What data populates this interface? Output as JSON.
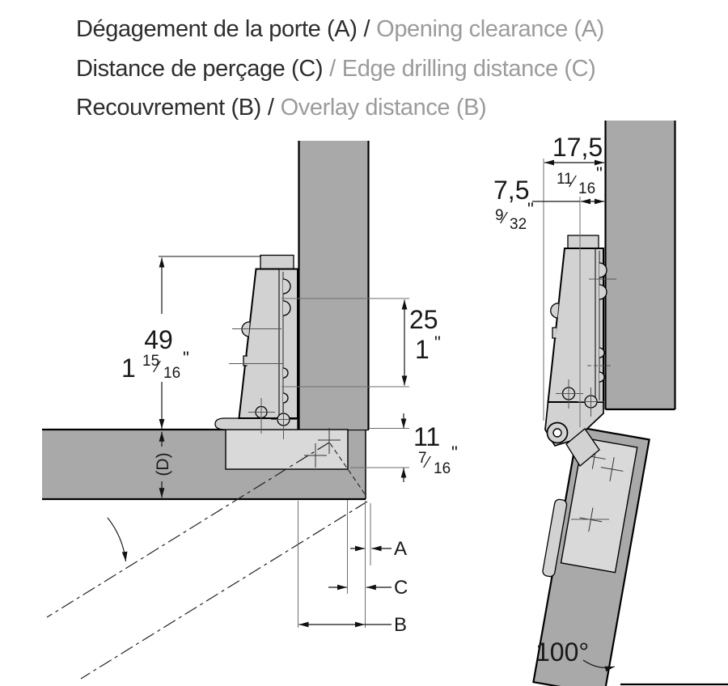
{
  "header": {
    "line1": {
      "fr": "Dégagement de la porte (A)",
      "sep": "/",
      "en": "Opening clearance (A)"
    },
    "line2": {
      "fr": "Distance de perçage (C)",
      "sep": "/",
      "en": "Edge drilling distance (C)"
    },
    "line3": {
      "fr": "Recouvrement (B)",
      "sep": "/",
      "en": "Overlay distance (B)"
    }
  },
  "fig_left": {
    "h49": {
      "mm": "49",
      "inch": "1",
      "num": "15",
      "den": "16",
      "slash": "⁄",
      "quote": "\""
    },
    "d25": {
      "mm": "25",
      "inch": "1",
      "quote": "\""
    },
    "d11": {
      "mm": "11",
      "num": "7",
      "den": "16",
      "slash": "⁄",
      "quote": "\""
    },
    "door_thickness": "(D)",
    "label_a": "A",
    "label_c": "C",
    "label_b": "B"
  },
  "fig_right": {
    "d175": {
      "mm": "17,5",
      "num": "11",
      "den": "16",
      "slash": "⁄",
      "quote": "\""
    },
    "d75": {
      "mm": "7,5",
      "num": "9",
      "den": "32",
      "slash": "⁄",
      "quote": "\""
    },
    "angle": "100°"
  },
  "colors": {
    "panel_gray": "#a9a9a9",
    "hinge_gray": "#d2d2d2",
    "cup_gray": "#d9d9d9",
    "text_dark": "#2d2d2d",
    "text_gray": "#9b9b9b",
    "outline": "#000000"
  }
}
